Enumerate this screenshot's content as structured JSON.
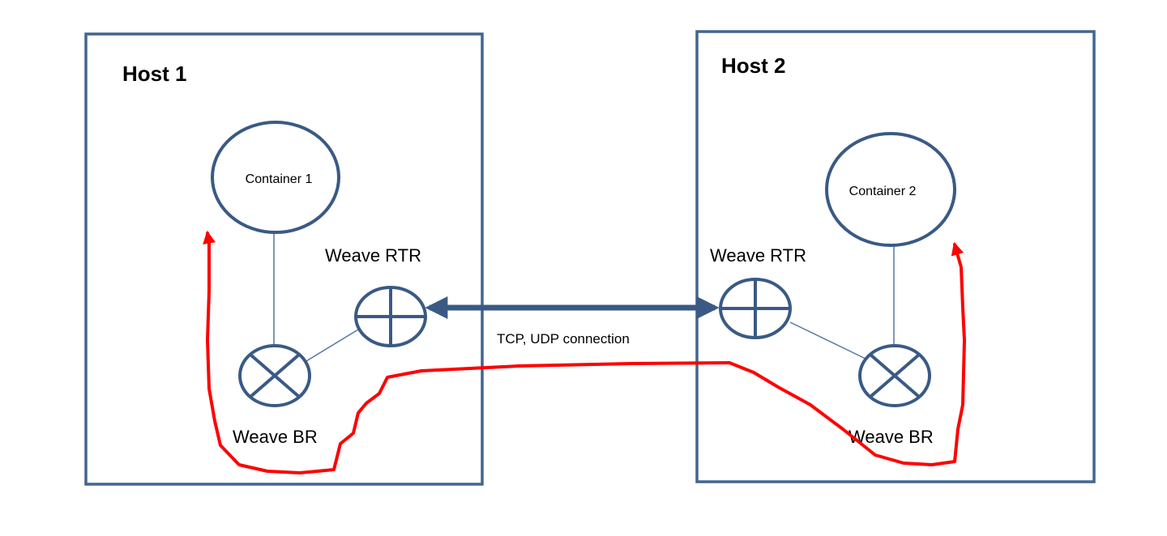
{
  "hosts": [
    {
      "title": "Host 1",
      "container_label": "Container 1",
      "router_label": "Weave RTR",
      "bridge_label": "Weave BR"
    },
    {
      "title": "Host 2",
      "container_label": "Container 2",
      "router_label": "Weave RTR",
      "bridge_label": "Weave BR"
    }
  ],
  "connection": {
    "label": "TCP, UDP connection"
  },
  "colors": {
    "box_outline": "#41658f",
    "node_outline": "#3a5a85",
    "traffic_path": "#ff0000"
  },
  "icons": {
    "router": "circle-plus-icon",
    "bridge": "circle-x-icon"
  }
}
